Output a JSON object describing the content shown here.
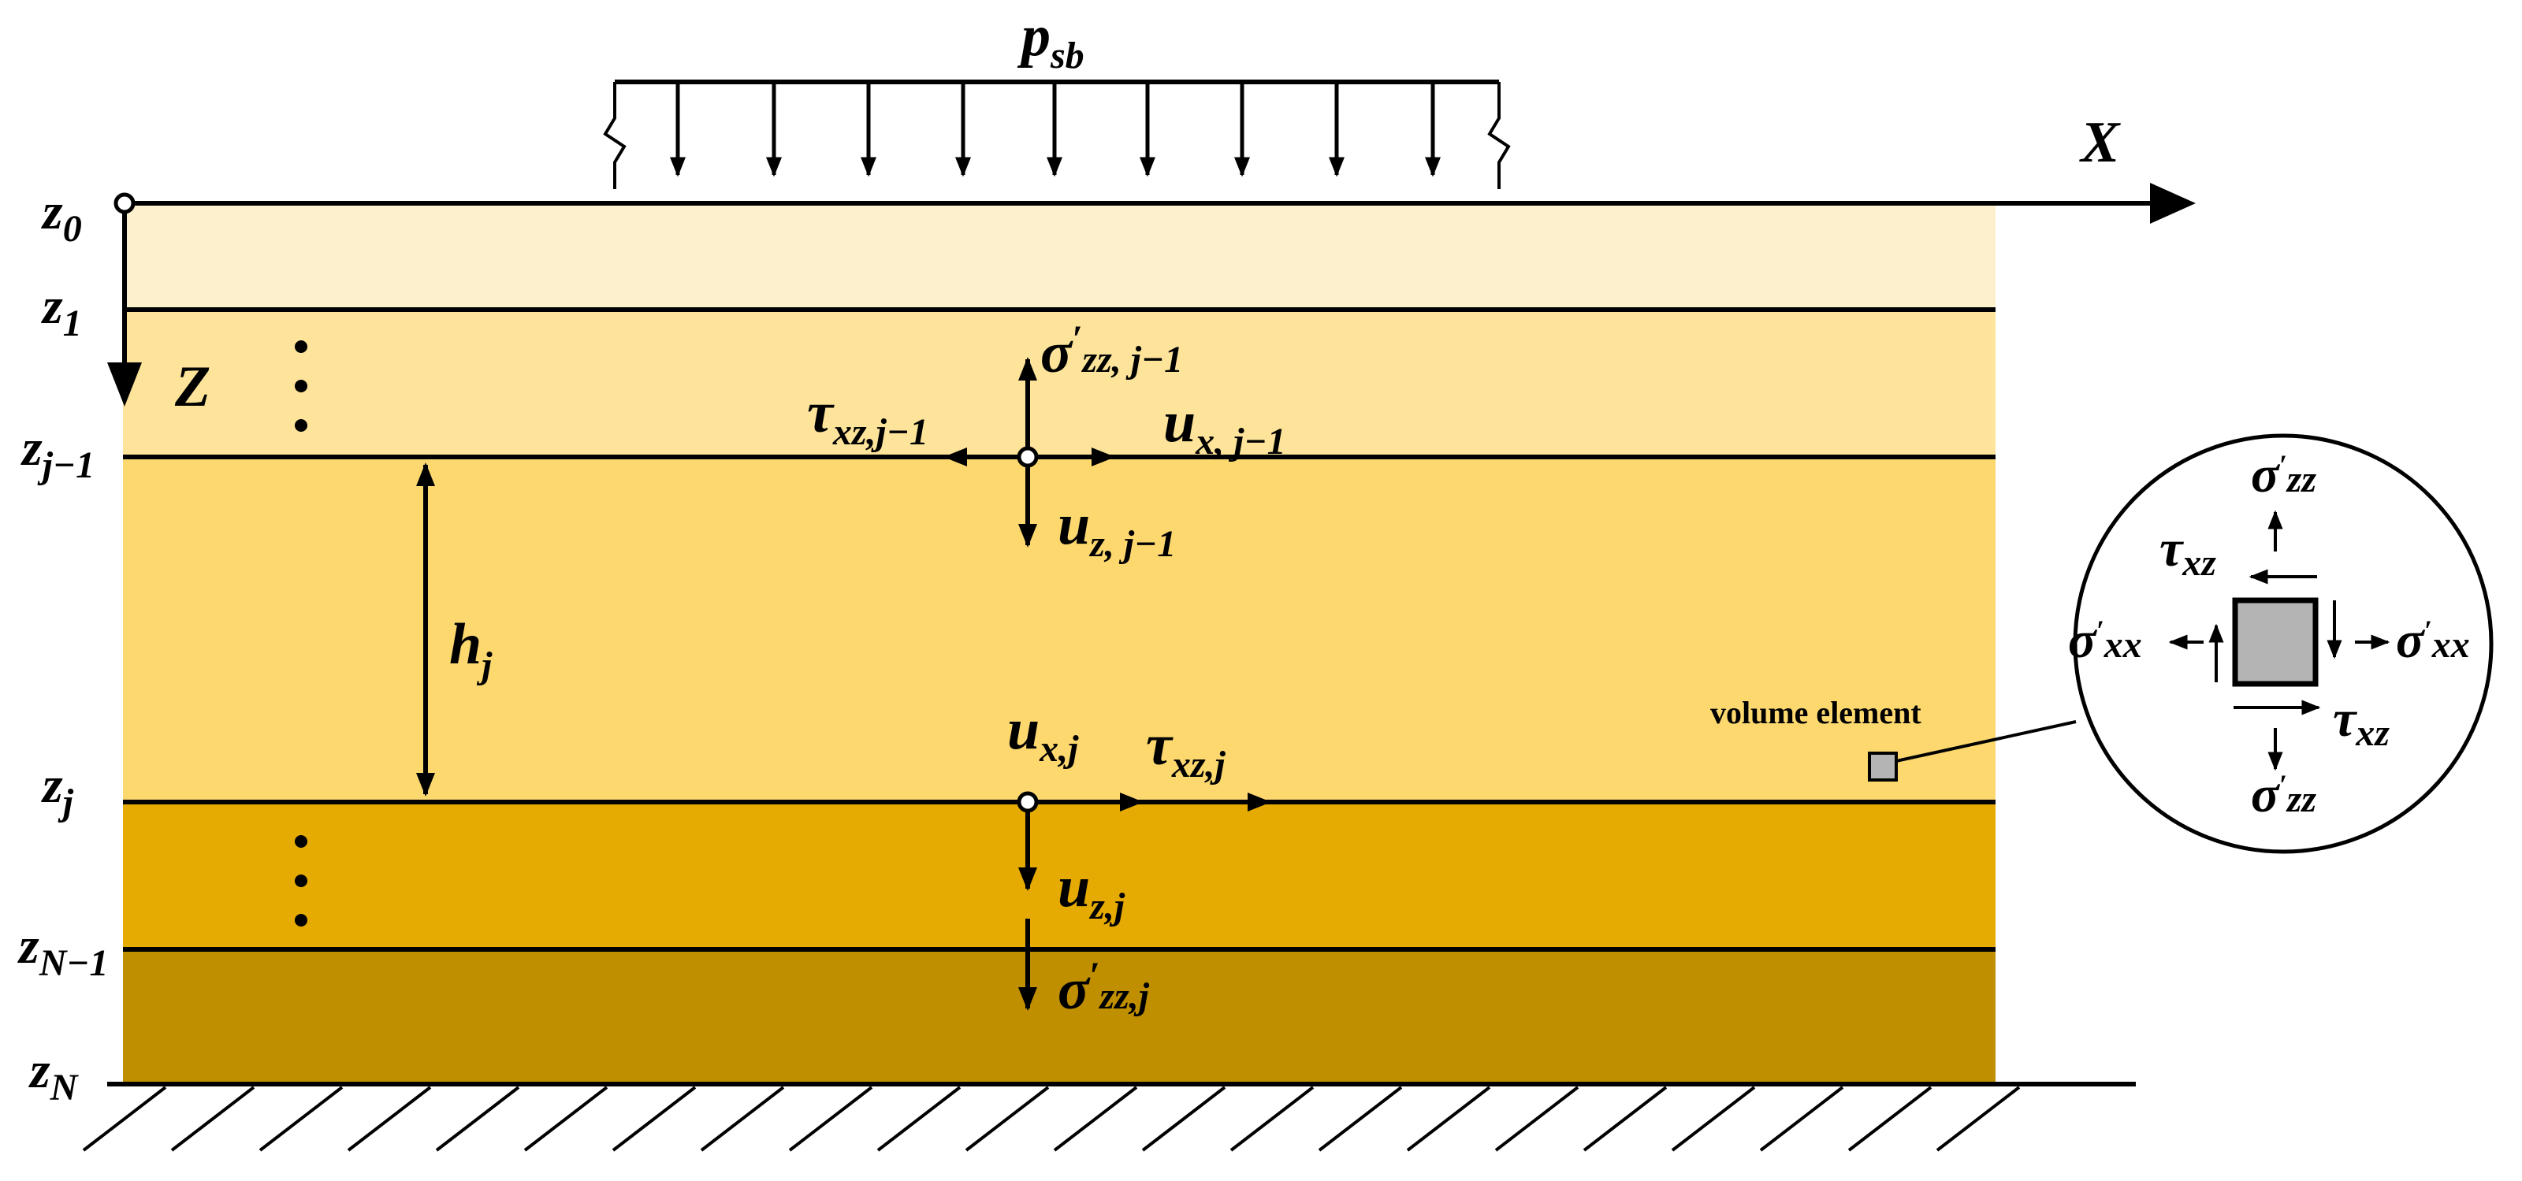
{
  "colors": {
    "layer0": "#FDF0CC",
    "layer1": "#FDE49A",
    "layer2": "#FCD86F",
    "layer3": "#E5AB03",
    "layer4": "#BF8F00",
    "element": "#B4B4B4"
  },
  "labels": {
    "load": {
      "main": "p",
      "sub": "sb"
    },
    "x_axis": "X",
    "z_axis": "Z",
    "z0": {
      "main": "z",
      "sub": "0"
    },
    "z1": {
      "main": "z",
      "sub": "1"
    },
    "zjm1": {
      "main": "z",
      "sub": "j−1"
    },
    "zj": {
      "main": "z",
      "sub": "j"
    },
    "zNm1": {
      "main": "z",
      "sub": "N−1"
    },
    "zN": {
      "main": "z",
      "sub": "N"
    },
    "hj": {
      "main": "h",
      "sub": "j"
    },
    "sigma_top": {
      "main": "σ",
      "prime": "′",
      "sub": "zz, j−1"
    },
    "tau_top": {
      "main": "τ",
      "sub": "xz,j−1"
    },
    "ux_top": {
      "main": "u",
      "sub": "x, j−1"
    },
    "uz_top": {
      "main": "u",
      "sub": "z, j−1"
    },
    "ux_bot": {
      "main": "u",
      "sub": "x,j"
    },
    "tau_bot": {
      "main": "τ",
      "sub": "xz,j"
    },
    "uz_bot": {
      "main": "u",
      "sub": "z,j"
    },
    "sigma_bot": {
      "main": "σ",
      "prime": "′",
      "sub": "zz,j"
    },
    "volume_element": "volume element",
    "circle_sigma_top": {
      "main": "σ",
      "prime": "′",
      "sub": "zz"
    },
    "circle_tau_top": {
      "main": "τ",
      "sub": "xz"
    },
    "circle_sigma_left": {
      "main": "σ",
      "prime": "′",
      "sub": "xx"
    },
    "circle_sigma_right": {
      "main": "σ",
      "prime": "′",
      "sub": "xx"
    },
    "circle_tau_bottom": {
      "main": "τ",
      "sub": "xz"
    },
    "circle_sigma_bottom": {
      "main": "σ",
      "prime": "′",
      "sub": "zz"
    },
    "dots": "⋮"
  }
}
